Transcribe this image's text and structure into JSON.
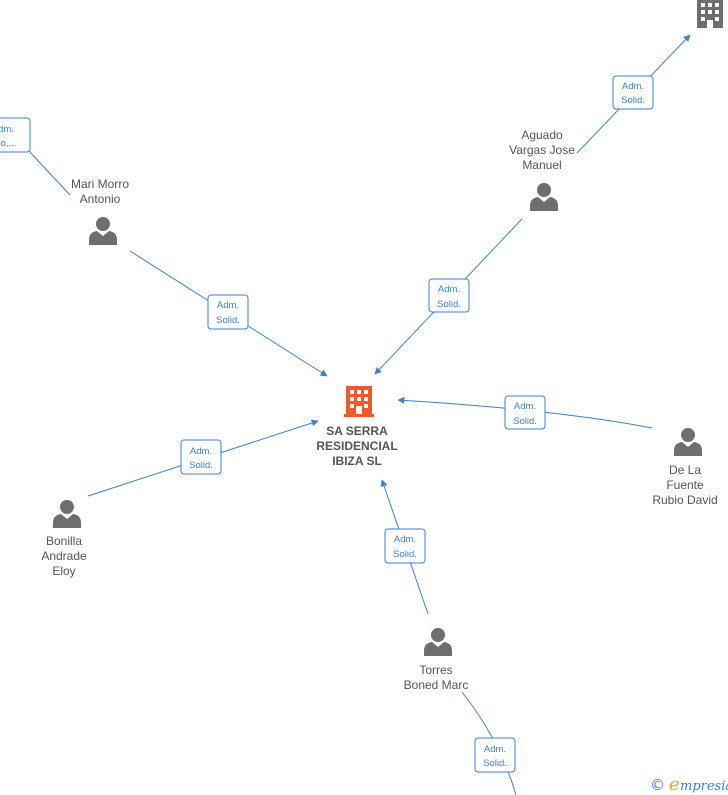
{
  "center": {
    "name_lines": [
      "SA SERRA",
      "RESIDENCIAL",
      "IBIZA  SL"
    ],
    "icon": "building-icon",
    "color": "#f05a2a"
  },
  "top_company": {
    "icon": "building-icon",
    "color": "#6e6e6e"
  },
  "persons": [
    {
      "id": "aguado",
      "name_lines": [
        "Aguado",
        "Vargas Jose",
        "Manuel"
      ]
    },
    {
      "id": "marimorro",
      "name_lines": [
        "Mari Morro",
        "Antonio"
      ]
    },
    {
      "id": "delafuente",
      "name_lines": [
        "De La",
        "Fuente",
        "Rubio David"
      ]
    },
    {
      "id": "bonilla",
      "name_lines": [
        "Bonilla",
        "Andrade",
        "Eloy"
      ]
    },
    {
      "id": "torres",
      "name_lines": [
        "Torres",
        "Boned Marc"
      ]
    }
  ],
  "relations": {
    "adm_solid": [
      "Adm.",
      "Solid."
    ],
    "partial_left": [
      "dm.",
      "co,..."
    ]
  },
  "colors": {
    "edge": "#3a7fd5",
    "icon_gray": "#6e6e6e",
    "label": "#555555"
  },
  "brand": {
    "copyright": "©",
    "initial": "e",
    "rest": "mpresia"
  }
}
